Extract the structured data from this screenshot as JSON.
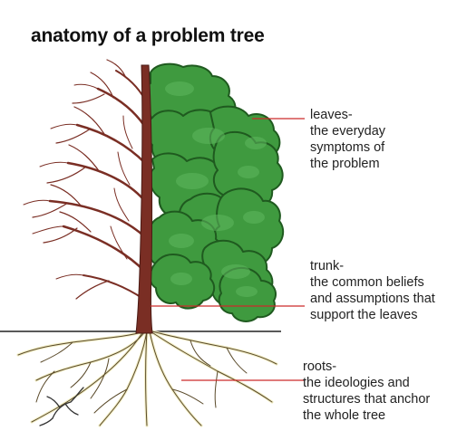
{
  "title": "anatomy of a problem tree",
  "labels": {
    "leaves": [
      "leaves-",
      "the everyday",
      "symptoms of",
      "the problem"
    ],
    "trunk": [
      "trunk-",
      "the common beliefs",
      "and assumptions that",
      "support the leaves"
    ],
    "roots": [
      "roots-",
      "the ideologies and",
      "structures that anchor",
      "the whole tree"
    ]
  },
  "colors": {
    "leaf_fill": "#3f9a3f",
    "leaf_outline": "#1f5a1f",
    "trunk": "#7a2e24",
    "roots": "#f2eec6",
    "pointer": "#cc2a2a",
    "ground": "#222222"
  }
}
